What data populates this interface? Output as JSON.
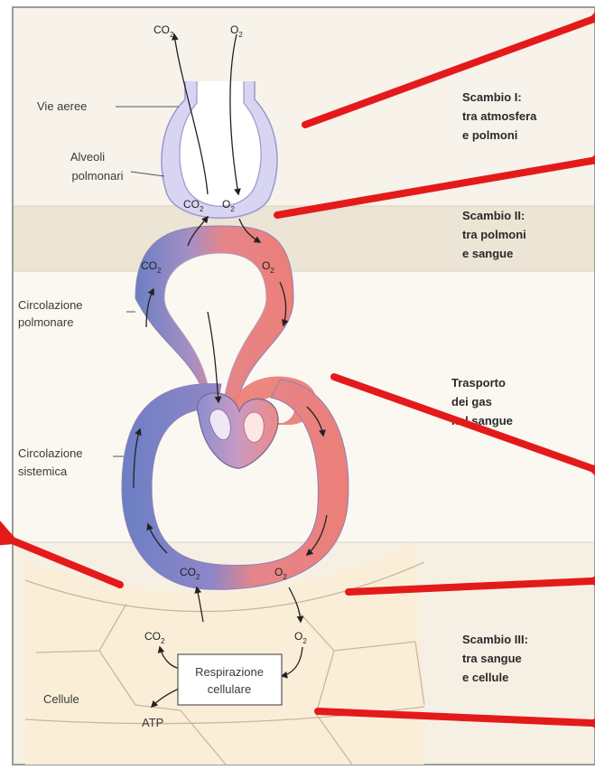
{
  "labels": {
    "airways": "Vie aeree",
    "alveoli_1": "Alveoli",
    "alveoli_2": "polmonari",
    "pulmonary_1": "Circolazione",
    "pulmonary_2": "polmonare",
    "systemic_1": "Circolazione",
    "systemic_2": "sistemica",
    "cells": "Cellule",
    "respiration_1": "Respirazione",
    "respiration_2": "cellulare",
    "atp": "ATP"
  },
  "gases": {
    "co2": "CO",
    "o2": "O",
    "sub": "2"
  },
  "stages": [
    {
      "lines": [
        "Scambio I:",
        "tra atmosfera",
        "e polmoni"
      ]
    },
    {
      "lines": [
        "Scambio II:",
        "tra polmoni",
        "e sangue"
      ]
    },
    {
      "lines": [
        "Trasporto",
        "dei gas",
        "nel sangue"
      ]
    },
    {
      "lines": [
        "Scambio III:",
        "tra sangue",
        "e cellule"
      ]
    }
  ],
  "colors": {
    "deoxygenated": "#6b7fc4",
    "oxygenated": "#ec7f78",
    "arrow_red": "#e41a1a",
    "band_tan": "#ede5d6",
    "band_white": "#fbf8f2",
    "cell_bg": "#fbf0dd",
    "alveolus": "#c9c6ec"
  }
}
